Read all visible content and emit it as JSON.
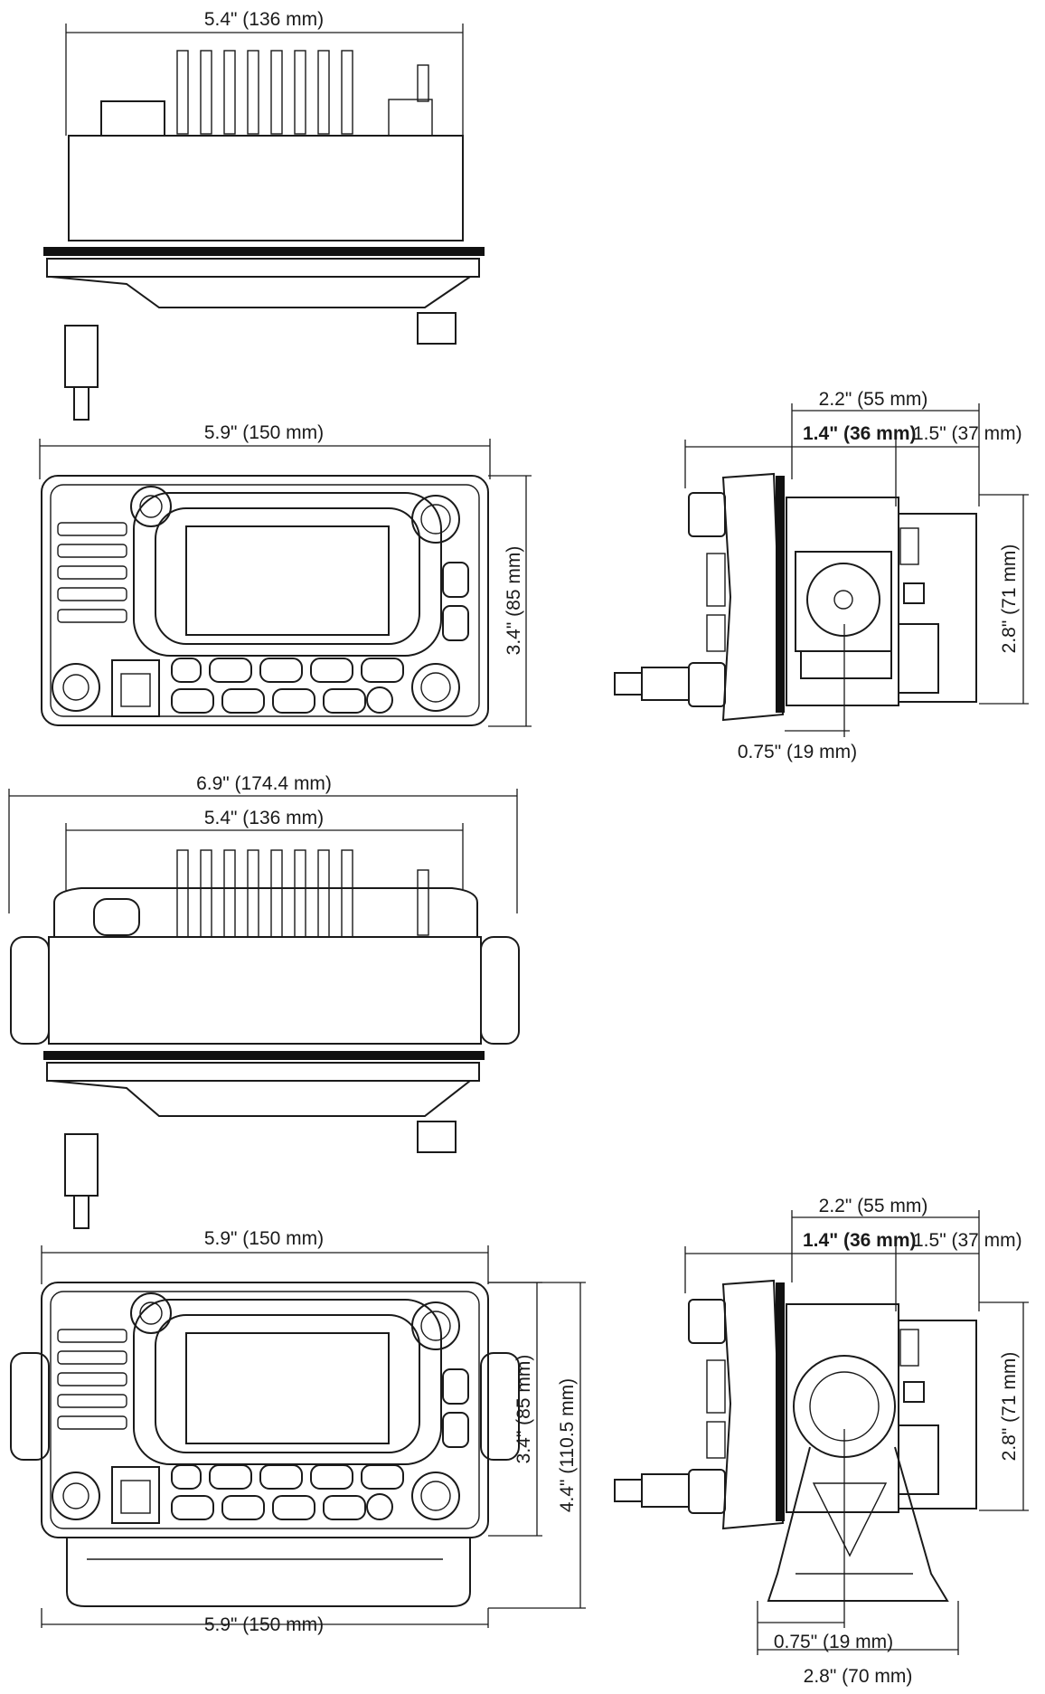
{
  "dimensions": {
    "top1_width": "5.4\" (136 mm)",
    "front1_width": "5.9\" (150 mm)",
    "front1_height": "3.4\" (85 mm)",
    "side1_total": "2.2\" (55 mm)",
    "side1_front": "1.4\" (36 mm)",
    "side1_rear": "1.5\" (37 mm)",
    "side1_height": "2.8\" (71 mm)",
    "side1_offset": "0.75\" (19 mm)",
    "top2_overall": "6.9\" (174.4 mm)",
    "top2_width": "5.4\" (136 mm)",
    "front2_width": "5.9\" (150 mm)",
    "front2_height": "3.4\" (85 mm)",
    "front2_bracket_height": "4.4\" (110.5 mm)",
    "front2_bottom_width": "5.9\" (150 mm)",
    "side2_total": "2.2\" (55 mm)",
    "side2_front": "1.4\" (36 mm)",
    "side2_rear": "1.5\" (37 mm)",
    "side2_height": "2.8\" (71 mm)",
    "side2_offset": "0.75\" (19 mm)",
    "side2_base": "2.8\" (70 mm)"
  }
}
